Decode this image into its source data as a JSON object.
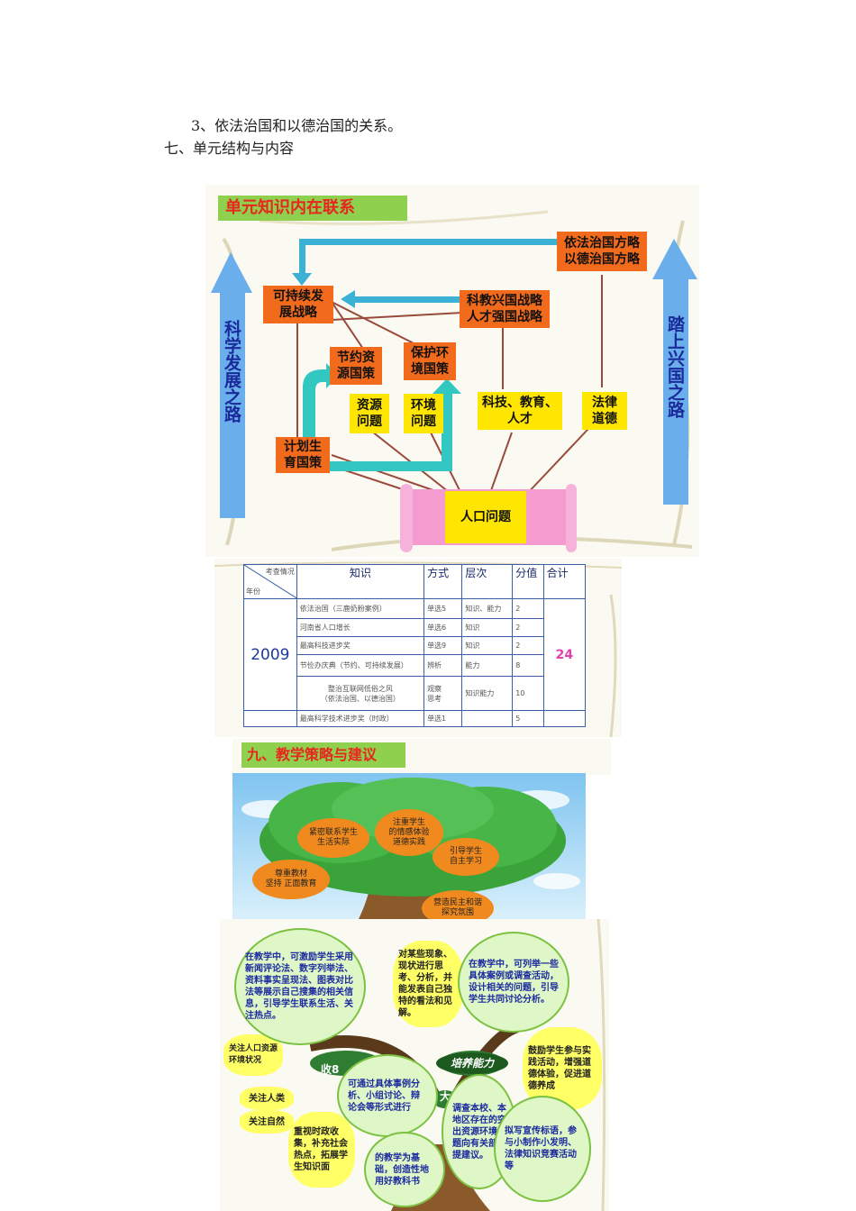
{
  "doc": {
    "line1": "3、依法治国和以德治国的关系。",
    "line2": "七、单元结构与内容"
  },
  "diagram": {
    "title": "单元知识内在联系",
    "left_arrow": "科学发展之路",
    "right_arrow": "踏上兴国之路",
    "nodes": {
      "rule_of_law": "依法治国方略\n以德治国方略",
      "sustainable": "可持续发\n展战略",
      "science_edu": "科教兴国战略\n人才强国战略",
      "save_resources": "节约资\n源国策",
      "protect_env": "保护环\n境国策",
      "resource_problem": "资源\n问题",
      "env_problem": "环境\n问题",
      "sci_edu_talent": "科技、教育、\n人才",
      "law_morality": "法律\n道德",
      "family_planning": "计划生\n育国策",
      "population": "人口问题"
    },
    "colors": {
      "orange": "#f26a1b",
      "yellow": "#ffe600",
      "arrow_blue": "#5aa7e6",
      "teal": "#3cc4c4",
      "line": "#9a4a3a"
    }
  },
  "exam_table": {
    "corner_top": "考查情况",
    "corner_bottom": "年份",
    "headers": [
      "知识",
      "方式",
      "层次",
      "分值",
      "合计"
    ],
    "year": "2009",
    "total": "24",
    "rows": [
      {
        "k": "依法治国（三鹿奶粉案例）",
        "way": "单选5",
        "level": "知识、能力",
        "score": "2"
      },
      {
        "k": "河南省人口增长",
        "way": "单选6",
        "level": "知识",
        "score": "2"
      },
      {
        "k": "最高科技进步奖",
        "way": "单选9",
        "level": "知识",
        "score": "2"
      },
      {
        "k": "节俭办庆典（节约、可持续发展）",
        "way": "辨析",
        "level": "能力",
        "score": "8"
      },
      {
        "k": "整治互联网低俗之风\n（依法治国、以德治国）",
        "way": "观察\n思考",
        "level": "知识能力",
        "score": "10"
      },
      {
        "k": "最高科学技术进步奖（时政）",
        "way": "单选1",
        "level": "",
        "score": "5"
      }
    ]
  },
  "strategy": {
    "title": "九、教学策略与建议",
    "tree_ovals": [
      "紧密联系学生\n生活实际",
      "注重学生\n的情感体验\n道德实践",
      "引导学生\n自主学习",
      "尊重教材\n坚持 正面教育",
      "营造民主和谐\n探究氛围"
    ]
  },
  "mindmap": {
    "green_bubbles": [
      "在教学中，可激励学生采用新闻评论法、数字列举法、资料事实呈现法、图表对比法等展示自己搜集的相关信息，引导学生联系生活、关注热点。",
      "在教学中，可列举一些具体案例或调查活动，设计相关的问题，引导学生共同讨论分析。",
      "可通过具体事例分析、小组讨论、辩论会等形式进行",
      "调查本校、本地区存在的突出资源环境问题向有关部门提建议。",
      "拟写宣传标语，参与小制作小发明、法律知识竞赛活动等",
      "的教学为基础，创造性地用好教科书"
    ],
    "yellow_bubbles": [
      "对某些现象、现状进行思考、分析，并能发表自己独特的看法和见解。",
      "鼓励学生参与实践活动，增强道德体验，促进道德养成",
      "关注人口资源环境状况",
      "关注人类",
      "关注自然",
      "重视时政收集，补充社会热点，拓展学生知识面"
    ],
    "dark_labels": [
      "培养能力",
      "收8",
      "大"
    ],
    "small_cut": "可"
  }
}
